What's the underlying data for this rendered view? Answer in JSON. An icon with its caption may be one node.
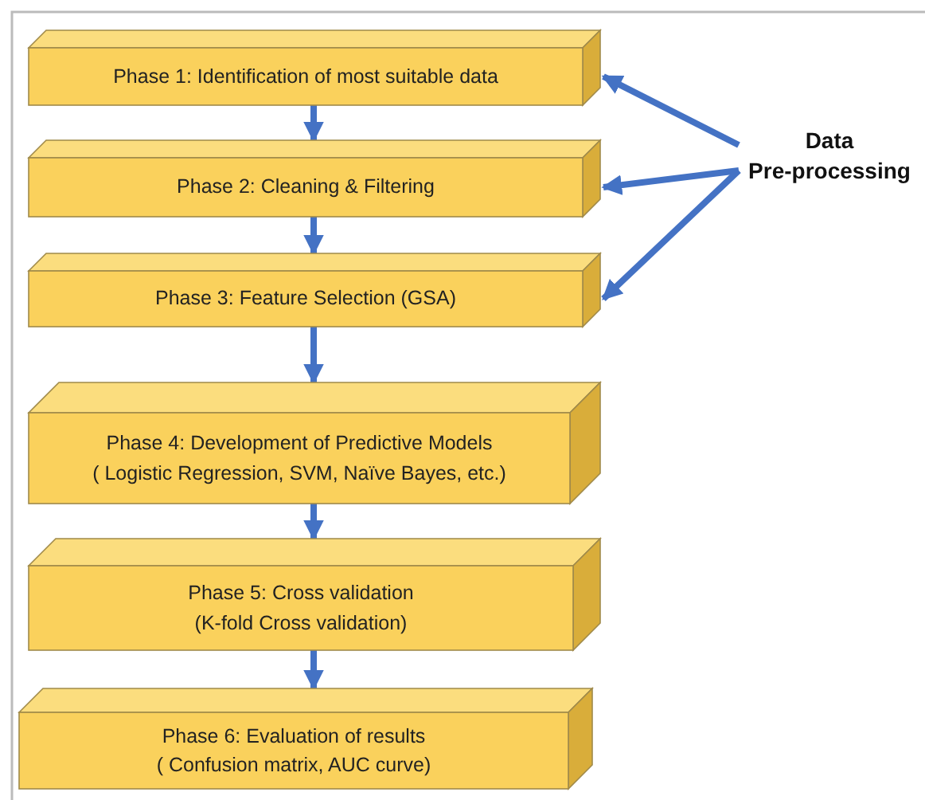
{
  "diagram": {
    "nodes": [
      {
        "text": [
          "Phase 1: Identification of most suitable data"
        ]
      },
      {
        "text": [
          "Phase 2: Cleaning & Filtering"
        ]
      },
      {
        "text": [
          "Phase 3: Feature Selection (GSA)"
        ]
      },
      {
        "text": [
          "Phase 4: Development of Predictive Models",
          "( Logistic Regression, SVM, Naïve Bayes, etc.)"
        ]
      },
      {
        "text": [
          "Phase 5: Cross validation",
          "(K-fold Cross validation)"
        ]
      },
      {
        "text": [
          "Phase 6: Evaluation of results",
          "( Confusion matrix, AUC curve)"
        ]
      },
      {
        "text": [
          "Data Pre-processing"
        ]
      }
    ],
    "edges": [
      {
        "from": 0,
        "to": 1,
        "arrow": "to"
      },
      {
        "from": 1,
        "to": 2,
        "arrow": "to"
      },
      {
        "from": 2,
        "to": 3,
        "arrow": "to"
      },
      {
        "from": 3,
        "to": 4,
        "arrow": "to"
      },
      {
        "from": 4,
        "to": 5,
        "arrow": "to"
      },
      {
        "from": 6,
        "to": 0,
        "arrow": "to"
      },
      {
        "from": 6,
        "to": 1,
        "arrow": "to"
      },
      {
        "from": 6,
        "to": 2,
        "arrow": "to"
      }
    ]
  }
}
